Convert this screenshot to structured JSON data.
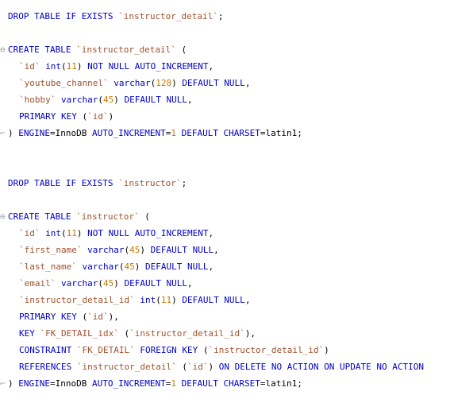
{
  "editor": {
    "fold_markers": {
      "open": "⊖",
      "close": "⌐"
    },
    "lines": [
      {
        "tokens": [
          {
            "t": "kw",
            "v": "DROP TABLE IF EXISTS "
          },
          {
            "t": "id",
            "v": "`instructor_detail`"
          },
          {
            "t": "pl",
            "v": ";"
          }
        ]
      },
      {
        "tokens": []
      },
      {
        "fold": "open",
        "tokens": [
          {
            "t": "kw",
            "v": "CREATE TABLE "
          },
          {
            "t": "id",
            "v": "`instructor_detail`"
          },
          {
            "t": "pl",
            "v": " ("
          }
        ]
      },
      {
        "indent": true,
        "tokens": [
          {
            "t": "id",
            "v": "`id`"
          },
          {
            "t": "pl",
            "v": " "
          },
          {
            "t": "kw",
            "v": "int"
          },
          {
            "t": "pl",
            "v": "("
          },
          {
            "t": "num",
            "v": "11"
          },
          {
            "t": "pl",
            "v": ") "
          },
          {
            "t": "kw",
            "v": "NOT NULL AUTO_INCREMENT"
          },
          {
            "t": "pl",
            "v": ","
          }
        ]
      },
      {
        "indent": true,
        "tokens": [
          {
            "t": "id",
            "v": "`youtube_channel`"
          },
          {
            "t": "pl",
            "v": " "
          },
          {
            "t": "kw",
            "v": "varchar"
          },
          {
            "t": "pl",
            "v": "("
          },
          {
            "t": "num",
            "v": "128"
          },
          {
            "t": "pl",
            "v": ") "
          },
          {
            "t": "kw",
            "v": "DEFAULT NULL"
          },
          {
            "t": "pl",
            "v": ","
          }
        ]
      },
      {
        "indent": true,
        "tokens": [
          {
            "t": "id",
            "v": "`hobby`"
          },
          {
            "t": "pl",
            "v": " "
          },
          {
            "t": "kw",
            "v": "varchar"
          },
          {
            "t": "pl",
            "v": "("
          },
          {
            "t": "num",
            "v": "45"
          },
          {
            "t": "pl",
            "v": ") "
          },
          {
            "t": "kw",
            "v": "DEFAULT NULL"
          },
          {
            "t": "pl",
            "v": ","
          }
        ]
      },
      {
        "indent": true,
        "tokens": [
          {
            "t": "kw",
            "v": "PRIMARY KEY"
          },
          {
            "t": "pl",
            "v": " ("
          },
          {
            "t": "id",
            "v": "`id`"
          },
          {
            "t": "pl",
            "v": ")"
          }
        ]
      },
      {
        "fold": "close",
        "tokens": [
          {
            "t": "pl",
            "v": ") "
          },
          {
            "t": "kw",
            "v": "ENGINE"
          },
          {
            "t": "pl",
            "v": "=InnoDB "
          },
          {
            "t": "kw",
            "v": "AUTO_INCREMENT"
          },
          {
            "t": "pl",
            "v": "="
          },
          {
            "t": "num",
            "v": "1"
          },
          {
            "t": "pl",
            "v": " "
          },
          {
            "t": "kw",
            "v": "DEFAULT CHARSET"
          },
          {
            "t": "pl",
            "v": "=latin1;"
          }
        ]
      },
      {
        "tokens": []
      },
      {
        "tokens": []
      },
      {
        "tokens": [
          {
            "t": "kw",
            "v": "DROP TABLE IF EXISTS "
          },
          {
            "t": "id",
            "v": "`instructor`"
          },
          {
            "t": "pl",
            "v": ";"
          }
        ]
      },
      {
        "tokens": []
      },
      {
        "fold": "open",
        "tokens": [
          {
            "t": "kw",
            "v": "CREATE TABLE "
          },
          {
            "t": "id",
            "v": "`instructor`"
          },
          {
            "t": "pl",
            "v": " ("
          }
        ]
      },
      {
        "indent": true,
        "tokens": [
          {
            "t": "id",
            "v": "`id`"
          },
          {
            "t": "pl",
            "v": " "
          },
          {
            "t": "kw",
            "v": "int"
          },
          {
            "t": "pl",
            "v": "("
          },
          {
            "t": "num",
            "v": "11"
          },
          {
            "t": "pl",
            "v": ") "
          },
          {
            "t": "kw",
            "v": "NOT NULL AUTO_INCREMENT"
          },
          {
            "t": "pl",
            "v": ","
          }
        ]
      },
      {
        "indent": true,
        "tokens": [
          {
            "t": "id",
            "v": "`first_name`"
          },
          {
            "t": "pl",
            "v": " "
          },
          {
            "t": "kw",
            "v": "varchar"
          },
          {
            "t": "pl",
            "v": "("
          },
          {
            "t": "num",
            "v": "45"
          },
          {
            "t": "pl",
            "v": ") "
          },
          {
            "t": "kw",
            "v": "DEFAULT NULL"
          },
          {
            "t": "pl",
            "v": ","
          }
        ]
      },
      {
        "indent": true,
        "tokens": [
          {
            "t": "id",
            "v": "`last_name`"
          },
          {
            "t": "pl",
            "v": " "
          },
          {
            "t": "kw",
            "v": "varchar"
          },
          {
            "t": "pl",
            "v": "("
          },
          {
            "t": "num",
            "v": "45"
          },
          {
            "t": "pl",
            "v": ") "
          },
          {
            "t": "kw",
            "v": "DEFAULT NULL"
          },
          {
            "t": "pl",
            "v": ","
          }
        ]
      },
      {
        "indent": true,
        "tokens": [
          {
            "t": "id",
            "v": "`email`"
          },
          {
            "t": "pl",
            "v": " "
          },
          {
            "t": "kw",
            "v": "varchar"
          },
          {
            "t": "pl",
            "v": "("
          },
          {
            "t": "num",
            "v": "45"
          },
          {
            "t": "pl",
            "v": ") "
          },
          {
            "t": "kw",
            "v": "DEFAULT NULL"
          },
          {
            "t": "pl",
            "v": ","
          }
        ]
      },
      {
        "indent": true,
        "tokens": [
          {
            "t": "id",
            "v": "`instructor_detail_id`"
          },
          {
            "t": "pl",
            "v": " "
          },
          {
            "t": "kw",
            "v": "int"
          },
          {
            "t": "pl",
            "v": "("
          },
          {
            "t": "num",
            "v": "11"
          },
          {
            "t": "pl",
            "v": ") "
          },
          {
            "t": "kw",
            "v": "DEFAULT NULL"
          },
          {
            "t": "pl",
            "v": ","
          }
        ]
      },
      {
        "indent": true,
        "tokens": [
          {
            "t": "kw",
            "v": "PRIMARY KEY"
          },
          {
            "t": "pl",
            "v": " ("
          },
          {
            "t": "id",
            "v": "`id`"
          },
          {
            "t": "pl",
            "v": "),"
          }
        ]
      },
      {
        "indent": true,
        "tokens": [
          {
            "t": "kw",
            "v": "KEY"
          },
          {
            "t": "pl",
            "v": " "
          },
          {
            "t": "id",
            "v": "`FK_DETAIL_idx`"
          },
          {
            "t": "pl",
            "v": " ("
          },
          {
            "t": "id",
            "v": "`instructor_detail_id`"
          },
          {
            "t": "pl",
            "v": "),"
          }
        ]
      },
      {
        "indent": true,
        "tokens": [
          {
            "t": "kw",
            "v": "CONSTRAINT"
          },
          {
            "t": "pl",
            "v": " "
          },
          {
            "t": "id",
            "v": "`FK_DETAIL`"
          },
          {
            "t": "pl",
            "v": " "
          },
          {
            "t": "kw",
            "v": "FOREIGN KEY"
          },
          {
            "t": "pl",
            "v": " ("
          },
          {
            "t": "id",
            "v": "`instructor_detail_id`"
          },
          {
            "t": "pl",
            "v": ")"
          }
        ]
      },
      {
        "indent": true,
        "tokens": [
          {
            "t": "kw",
            "v": "REFERENCES"
          },
          {
            "t": "pl",
            "v": " "
          },
          {
            "t": "id",
            "v": "`instructor_detail`"
          },
          {
            "t": "pl",
            "v": " ("
          },
          {
            "t": "id",
            "v": "`id`"
          },
          {
            "t": "pl",
            "v": ") "
          },
          {
            "t": "kw",
            "v": "ON DELETE NO ACTION ON UPDATE NO ACTION"
          }
        ]
      },
      {
        "fold": "close",
        "tokens": [
          {
            "t": "pl",
            "v": ") "
          },
          {
            "t": "kw",
            "v": "ENGINE"
          },
          {
            "t": "pl",
            "v": "=InnoDB "
          },
          {
            "t": "kw",
            "v": "AUTO_INCREMENT"
          },
          {
            "t": "pl",
            "v": "="
          },
          {
            "t": "num",
            "v": "1"
          },
          {
            "t": "pl",
            "v": " "
          },
          {
            "t": "kw",
            "v": "DEFAULT CHARSET"
          },
          {
            "t": "pl",
            "v": "=latin1;"
          }
        ]
      }
    ]
  }
}
